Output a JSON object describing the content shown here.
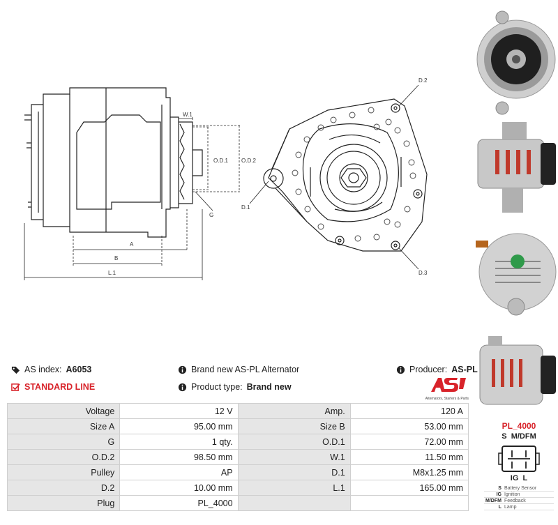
{
  "diagram_labels": {
    "w1": "W.1",
    "od1": "O.D.1",
    "od2": "O.D.2",
    "g": "G",
    "a": "A",
    "b": "B",
    "l1": "L.1",
    "d1": "D.1",
    "d2": "D.2",
    "d3": "D.3"
  },
  "info": {
    "as_index_label": "AS index:",
    "as_index_value": "A6053",
    "standard_line": "STANDARD LINE",
    "brand_new_text": "Brand new AS-PL Alternator",
    "product_type_label": "Product type:",
    "product_type_value": "Brand new",
    "producer_label": "Producer:",
    "producer_value": "AS-PL"
  },
  "logo": {
    "mark": "AS",
    "tagline": "Alternators, Starters & Parts"
  },
  "specs": [
    {
      "l1": "Voltage",
      "v1": "12 V",
      "l2": "Amp.",
      "v2": "120 A"
    },
    {
      "l1": "Size A",
      "v1": "95.00 mm",
      "l2": "Size B",
      "v2": "53.00 mm"
    },
    {
      "l1": "G",
      "v1": "1 qty.",
      "l2": "O.D.1",
      "v2": "72.00 mm"
    },
    {
      "l1": "O.D.2",
      "v1": "98.50 mm",
      "l2": "W.1",
      "v2": "11.50 mm"
    },
    {
      "l1": "Pulley",
      "v1": "AP",
      "l2": "D.1",
      "v2": "M8x1.25 mm"
    },
    {
      "l1": "D.2",
      "v1": "10.00 mm",
      "l2": "L.1",
      "v2": "165.00 mm"
    },
    {
      "l1": "Plug",
      "v1": "PL_4000",
      "l2": "",
      "v2": ""
    }
  ],
  "plug": {
    "title": "PL_4000",
    "pins_top": "S  M/DFM",
    "pins_bottom": "IG  L",
    "legend": [
      {
        "k": "S",
        "v": "Battery Sensor"
      },
      {
        "k": "IG",
        "v": "Ignition"
      },
      {
        "k": "M/DFM",
        "v": "Feedback"
      },
      {
        "k": "L",
        "v": "Lamp"
      }
    ]
  },
  "colors": {
    "accent_red": "#d8232a",
    "label_bg": "#e6e6e6",
    "border": "#cfcfcf"
  }
}
